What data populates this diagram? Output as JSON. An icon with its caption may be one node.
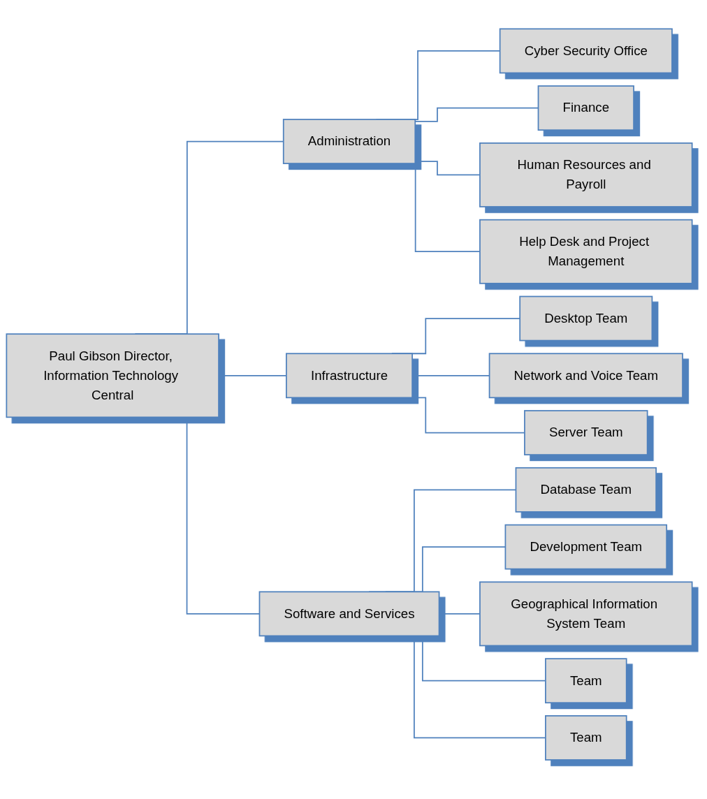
{
  "diagram": {
    "nodes": [
      {
        "text": [
          "Paul Gibson Director, Information Technology Central"
        ]
      },
      {
        "text": [
          "Administration"
        ]
      },
      {
        "text": [
          "Infrastructure"
        ]
      },
      {
        "text": [
          "Software and Services"
        ]
      },
      {
        "text": [
          "Cyber Security Office"
        ]
      },
      {
        "text": [
          "Finance"
        ]
      },
      {
        "text": [
          "Human Resources and Payroll"
        ]
      },
      {
        "text": [
          "Help Desk and Project Management"
        ]
      },
      {
        "text": [
          "Desktop Team"
        ]
      },
      {
        "text": [
          "Network and Voice Team"
        ]
      },
      {
        "text": [
          "Server Team"
        ]
      },
      {
        "text": [
          "Database Team"
        ]
      },
      {
        "text": [
          "Development Team"
        ]
      },
      {
        "text": [
          "Geographical Information System Team"
        ]
      },
      {
        "text": [
          "Team"
        ]
      },
      {
        "text": [
          "Team"
        ]
      }
    ],
    "edges": [
      {
        "from": 0,
        "to": 1,
        "arrow": "none"
      },
      {
        "from": 0,
        "to": 2,
        "arrow": "none"
      },
      {
        "from": 0,
        "to": 3,
        "arrow": "none"
      },
      {
        "from": 1,
        "to": 4,
        "arrow": "none"
      },
      {
        "from": 1,
        "to": 5,
        "arrow": "none"
      },
      {
        "from": 1,
        "to": 6,
        "arrow": "none"
      },
      {
        "from": 1,
        "to": 7,
        "arrow": "none"
      },
      {
        "from": 2,
        "to": 8,
        "arrow": "none"
      },
      {
        "from": 2,
        "to": 9,
        "arrow": "none"
      },
      {
        "from": 2,
        "to": 10,
        "arrow": "none"
      },
      {
        "from": 3,
        "to": 11,
        "arrow": "none"
      },
      {
        "from": 3,
        "to": 12,
        "arrow": "none"
      },
      {
        "from": 3,
        "to": 13,
        "arrow": "none"
      },
      {
        "from": 3,
        "to": 14,
        "arrow": "none"
      },
      {
        "from": 3,
        "to": 15,
        "arrow": "none"
      }
    ]
  }
}
